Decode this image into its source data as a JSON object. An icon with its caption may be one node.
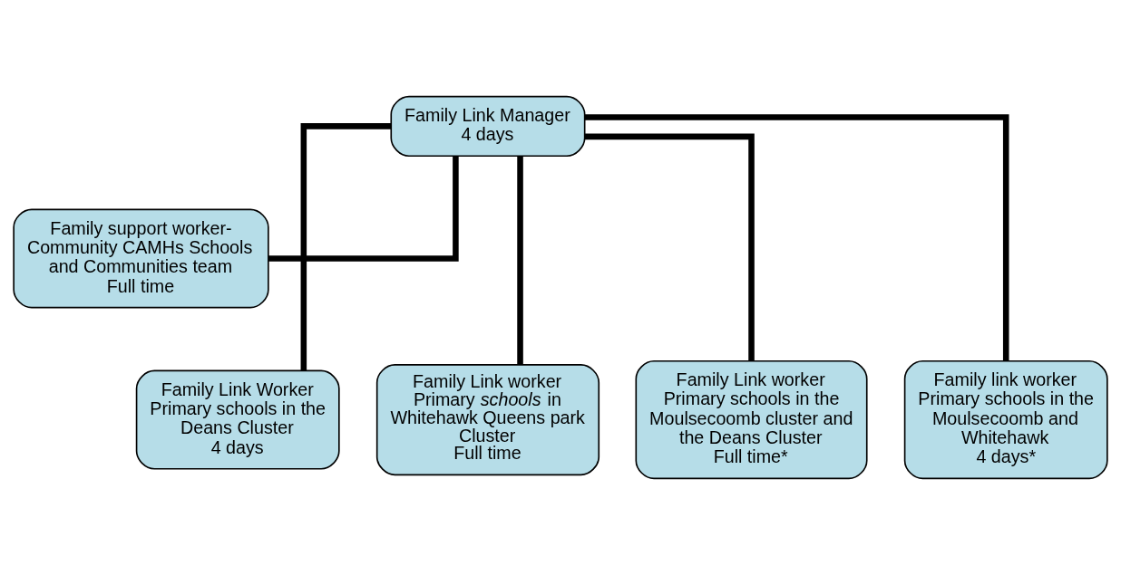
{
  "diagram": {
    "nodes": [
      {
        "text": [
          "Family Link Manager",
          "4 days"
        ]
      },
      {
        "text": [
          "Family support worker- Community CAMHs Schools and Communities team",
          "Full time"
        ]
      },
      {
        "text": [
          "Family Link Worker",
          "Primary schools in the Deans Cluster",
          "4 days"
        ]
      },
      {
        "text": [
          "Family Link worker",
          "Primary *schools* in Whitehawk Queens park Cluster",
          "Full time"
        ]
      },
      {
        "text": [
          "Family Link worker",
          "Primary schools in the Moulsecoomb cluster and the Deans Cluster",
          "Full time*"
        ]
      },
      {
        "text": [
          "Family link worker",
          "Primary schools in the Moulsecoomb and Whitehawk",
          "4 days*"
        ]
      }
    ],
    "edges": [
      {
        "from": 0,
        "to": 1,
        "arrow": "none"
      },
      {
        "from": 0,
        "to": 2,
        "arrow": "none"
      },
      {
        "from": 0,
        "to": 3,
        "arrow": "none"
      },
      {
        "from": 0,
        "to": 4,
        "arrow": "none"
      },
      {
        "from": 0,
        "to": 5,
        "arrow": "none"
      }
    ]
  }
}
